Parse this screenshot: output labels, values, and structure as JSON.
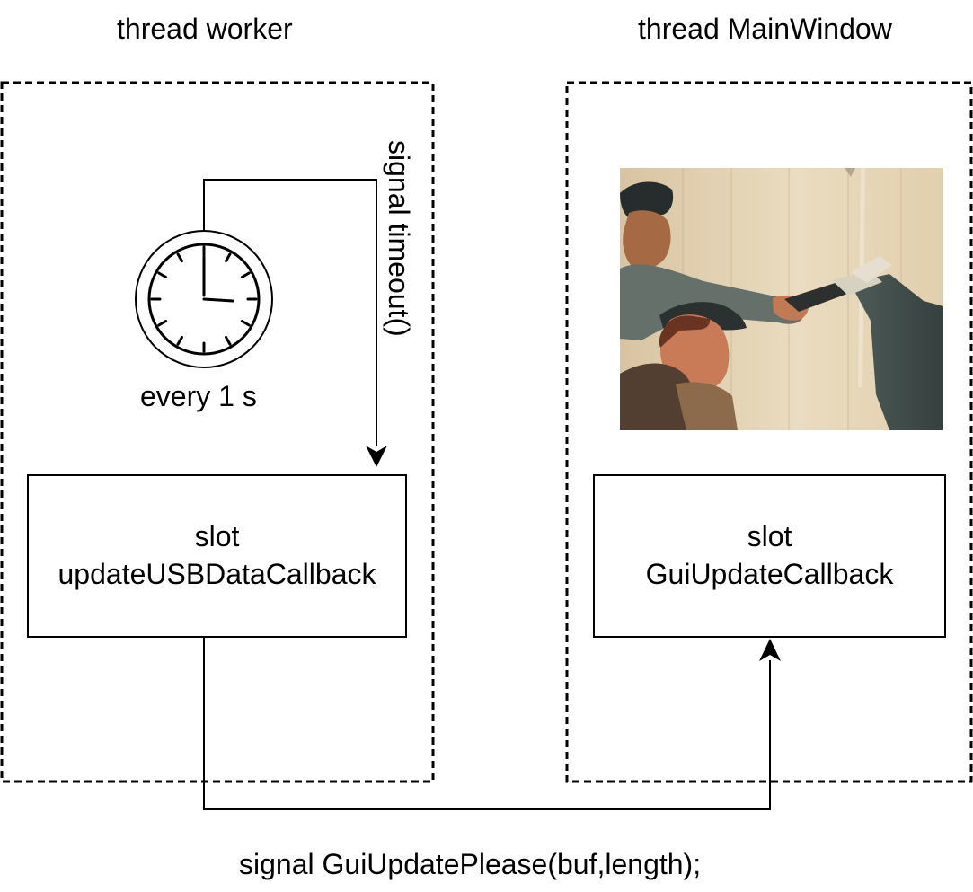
{
  "threads": {
    "worker": {
      "title": "thread worker",
      "timer": {
        "icon": "clock-icon",
        "label": "every 1 s"
      },
      "timeout_signal": "signal timeout()",
      "slot": {
        "line1": "slot",
        "line2": "updateUSBDataCallback"
      }
    },
    "main_window": {
      "title": "thread MainWindow",
      "image": "painting-image",
      "slot": {
        "line1": "slot",
        "line2": "GuiUpdateCallback"
      }
    }
  },
  "cross_thread_signal": "signal GuiUpdatePlease(buf,length);",
  "colors": {
    "stroke": "#000000",
    "background": "#ffffff"
  }
}
